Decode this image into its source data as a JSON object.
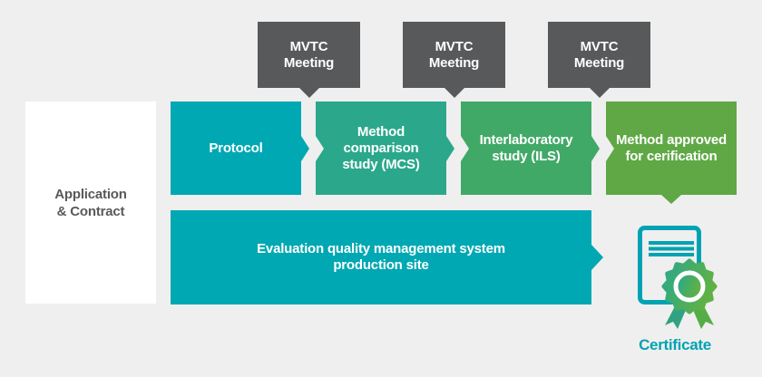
{
  "callouts": [
    {
      "label": "MVTC\nMeeting"
    },
    {
      "label": "MVTC\nMeeting"
    },
    {
      "label": "MVTC\nMeeting"
    }
  ],
  "application": {
    "label": "Application\n& Contract"
  },
  "steps": [
    {
      "label": "Protocol",
      "color": "#00a8b3"
    },
    {
      "label": "Method\ncomparison\nstudy (MCS)",
      "color": "#2ba88c"
    },
    {
      "label": "Interlaboratory\nstudy (ILS)",
      "color": "#41a967"
    },
    {
      "label": "Method approved\nfor cerification",
      "color": "#5fa845"
    }
  ],
  "evaluation": {
    "label": "Evaluation quality management system\nproduction site",
    "color": "#00a8b3"
  },
  "certificate": {
    "label": "Certificate",
    "icon": "certificate-seal-icon",
    "color": "#00a3b3"
  },
  "palette": {
    "background": "#efefef",
    "callout_gray": "#58595b",
    "teal": "#00a8b3",
    "sea_green": "#2ba88c",
    "green": "#41a967",
    "leaf_green": "#5fa845",
    "seal_gradient_start": "#2aa88b",
    "seal_gradient_end": "#60b144",
    "text_on_color": "#ffffff"
  }
}
